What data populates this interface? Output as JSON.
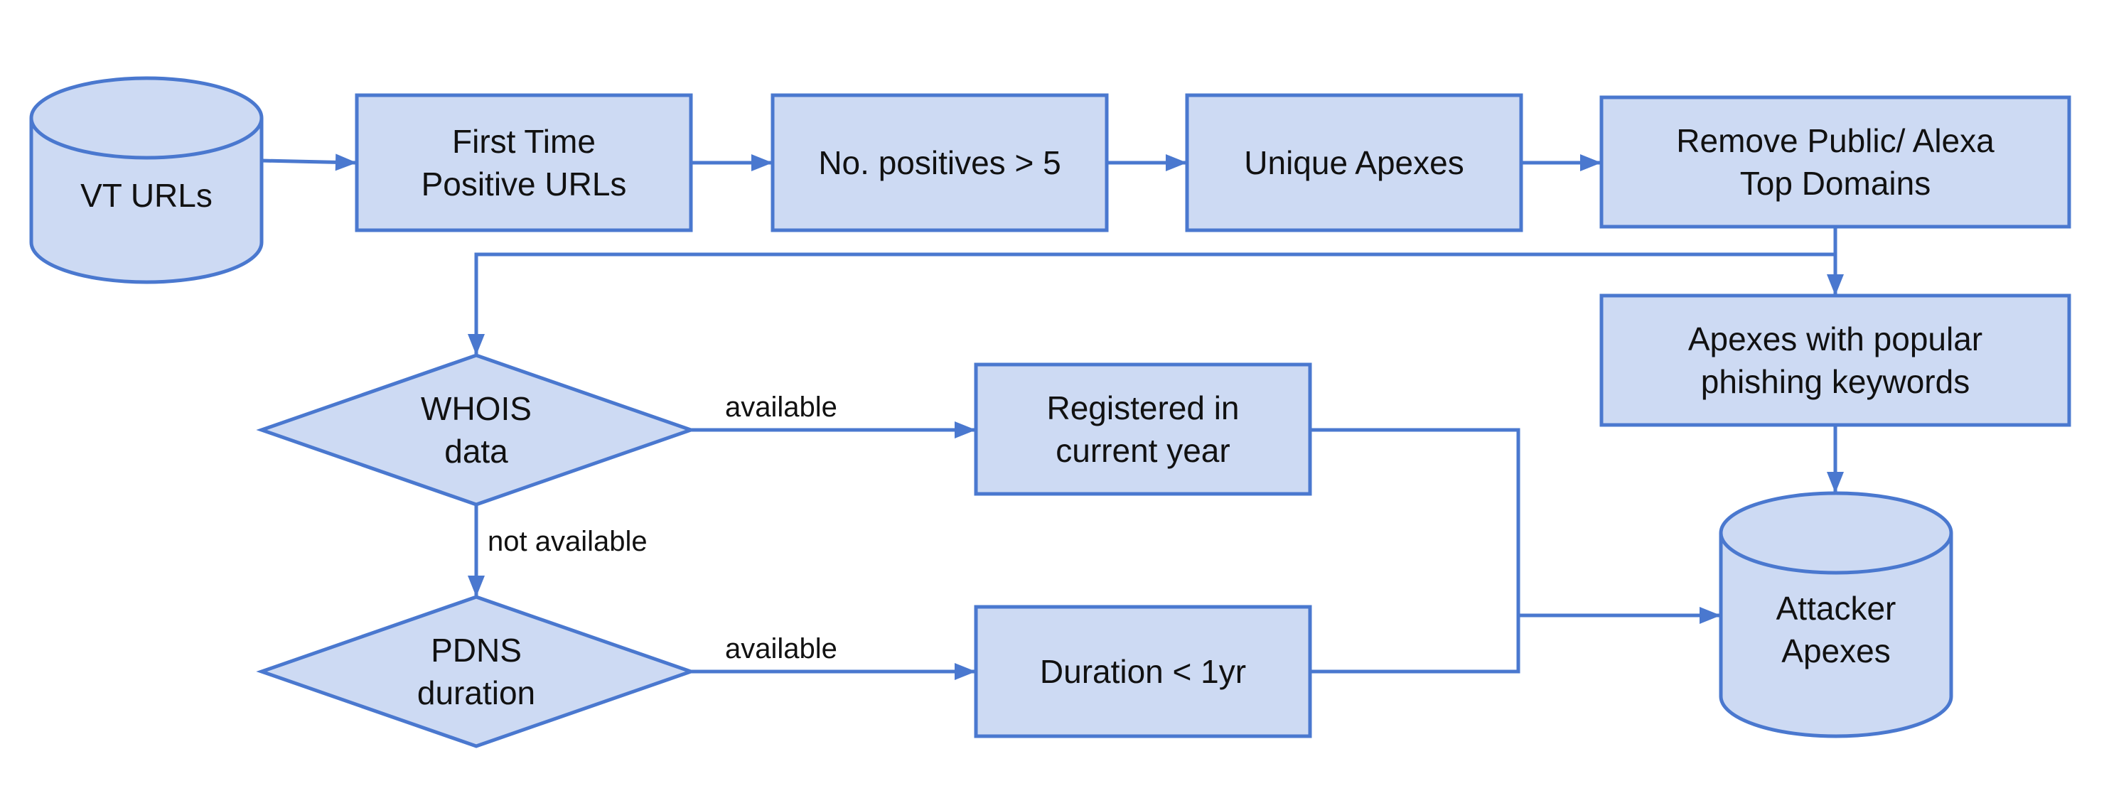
{
  "colors": {
    "fill": "#cddaf3",
    "stroke": "#4a78cf",
    "text": "#111111"
  },
  "nodes": {
    "vt_urls": {
      "shape": "database",
      "lines": [
        "VT URLs"
      ]
    },
    "first_time_positive": {
      "shape": "process",
      "lines": [
        "First Time",
        "Positive URLs"
      ]
    },
    "num_positives": {
      "shape": "process",
      "lines": [
        "No. positives > 5"
      ]
    },
    "unique_apexes": {
      "shape": "process",
      "lines": [
        "Unique Apexes"
      ]
    },
    "remove_public": {
      "shape": "process",
      "lines": [
        "Remove Public/ Alexa",
        "Top Domains"
      ]
    },
    "phishing_keywords": {
      "shape": "process",
      "lines": [
        "Apexes with popular",
        "phishing keywords"
      ]
    },
    "whois": {
      "shape": "decision",
      "lines": [
        "WHOIS",
        "data"
      ]
    },
    "registered_current_year": {
      "shape": "process",
      "lines": [
        "Registered in",
        "current year"
      ]
    },
    "pdns": {
      "shape": "decision",
      "lines": [
        "PDNS",
        "duration"
      ]
    },
    "duration": {
      "shape": "process",
      "lines": [
        "Duration < 1yr"
      ]
    },
    "attacker_apexes": {
      "shape": "database",
      "lines": [
        "Attacker",
        "Apexes"
      ]
    }
  },
  "edges": [
    {
      "from": "vt_urls",
      "to": "first_time_positive",
      "label": ""
    },
    {
      "from": "first_time_positive",
      "to": "num_positives",
      "label": ""
    },
    {
      "from": "num_positives",
      "to": "unique_apexes",
      "label": ""
    },
    {
      "from": "unique_apexes",
      "to": "remove_public",
      "label": ""
    },
    {
      "from": "remove_public",
      "to": "phishing_keywords",
      "label": ""
    },
    {
      "from": "remove_public",
      "to": "whois",
      "label": ""
    },
    {
      "from": "phishing_keywords",
      "to": "attacker_apexes",
      "label": ""
    },
    {
      "from": "whois",
      "to": "registered_current_year",
      "label": "available"
    },
    {
      "from": "whois",
      "to": "pdns",
      "label": "not available"
    },
    {
      "from": "pdns",
      "to": "duration",
      "label": "available"
    },
    {
      "from": "registered_current_year",
      "to": "attacker_apexes",
      "label": ""
    },
    {
      "from": "duration",
      "to": "attacker_apexes",
      "label": ""
    }
  ]
}
